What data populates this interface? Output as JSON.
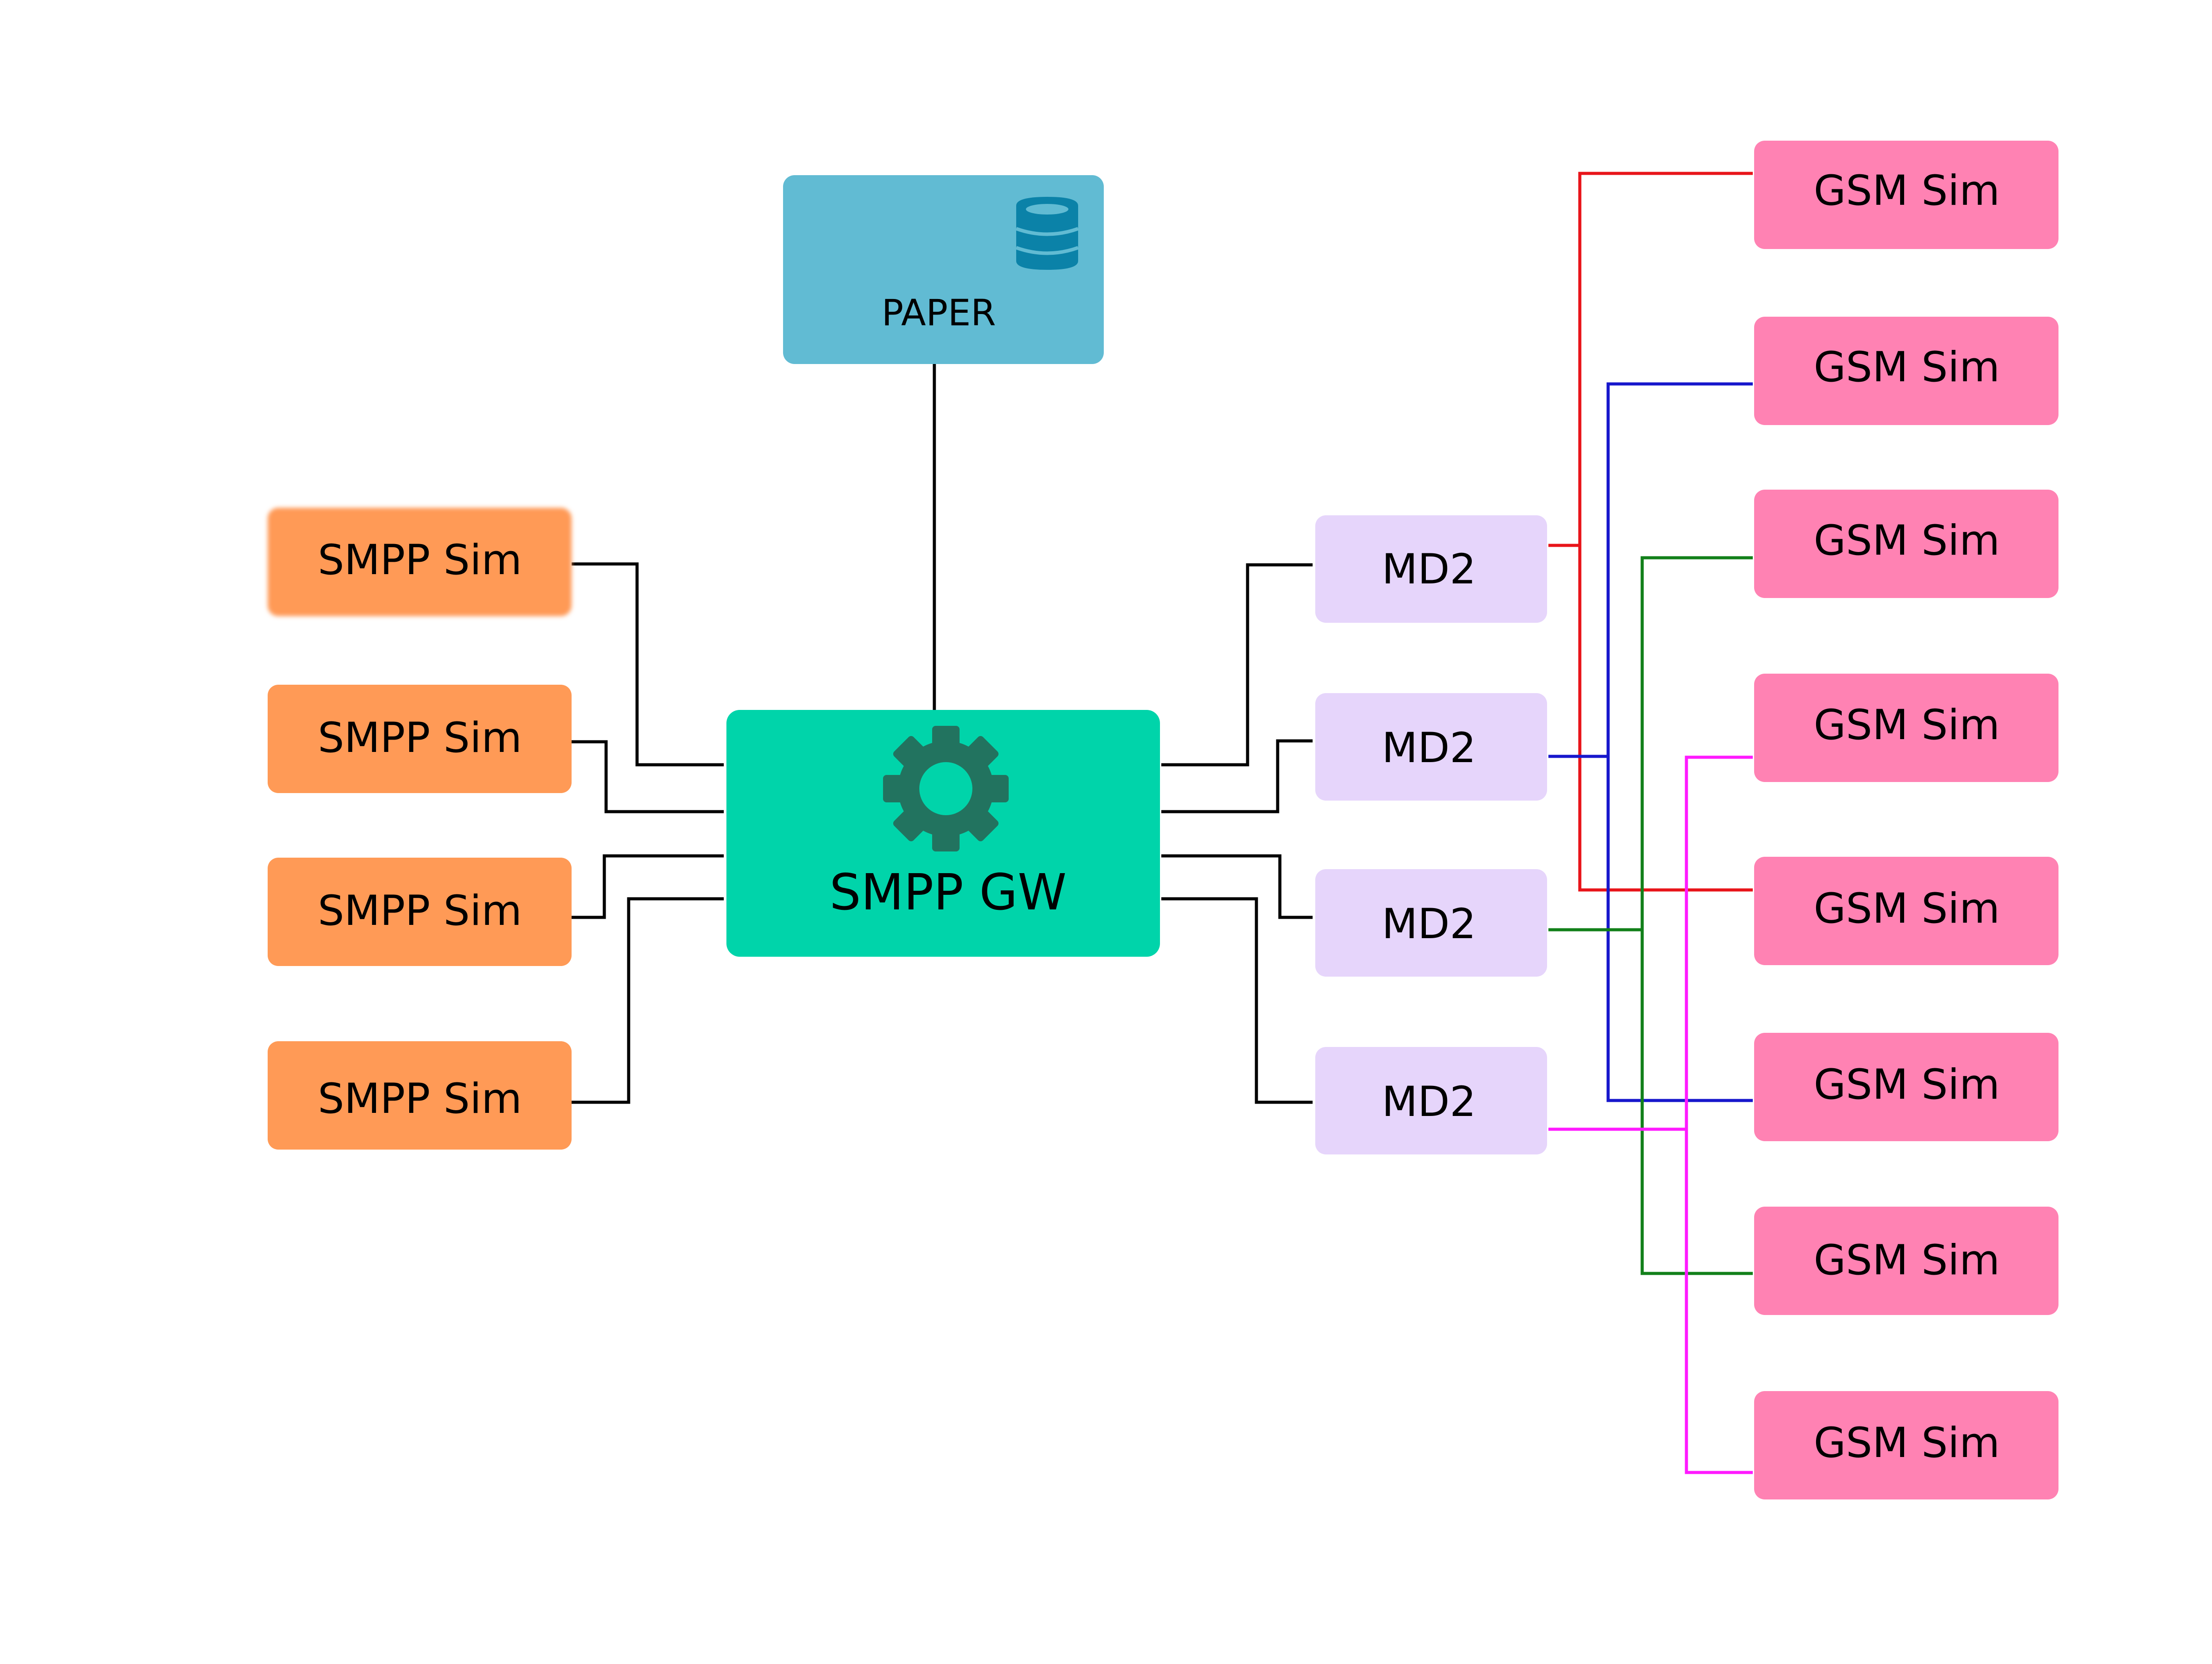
{
  "colors": {
    "paper": "#61bbd3",
    "paper_icon": "#0b82a8",
    "gateway": "#00d4aa",
    "gateway_icon": "#22735f",
    "smpp_sim": "#ff9a56",
    "md2": "#e6d5fb",
    "gsm_sim": "#ff82b3",
    "link": "#000000",
    "red": "#e8141a",
    "blue": "#1717cc",
    "green": "#12801a",
    "magenta": "#ff1aff"
  },
  "paper": {
    "label": "PAPER",
    "icon": "database-icon"
  },
  "gateway": {
    "label": "SMPP GW",
    "icon": "gear-icon"
  },
  "smpp_sims": [
    {
      "label": "SMPP Sim"
    },
    {
      "label": "SMPP Sim"
    },
    {
      "label": "SMPP Sim"
    },
    {
      "label": "SMPP Sim"
    }
  ],
  "md2s": [
    {
      "label": "MD2"
    },
    {
      "label": "MD2"
    },
    {
      "label": "MD2"
    },
    {
      "label": "MD2"
    }
  ],
  "gsm_sims": [
    {
      "label": "GSM Sim"
    },
    {
      "label": "GSM Sim"
    },
    {
      "label": "GSM Sim"
    },
    {
      "label": "GSM Sim"
    },
    {
      "label": "GSM Sim"
    },
    {
      "label": "GSM Sim"
    },
    {
      "label": "GSM Sim"
    },
    {
      "label": "GSM Sim"
    }
  ]
}
